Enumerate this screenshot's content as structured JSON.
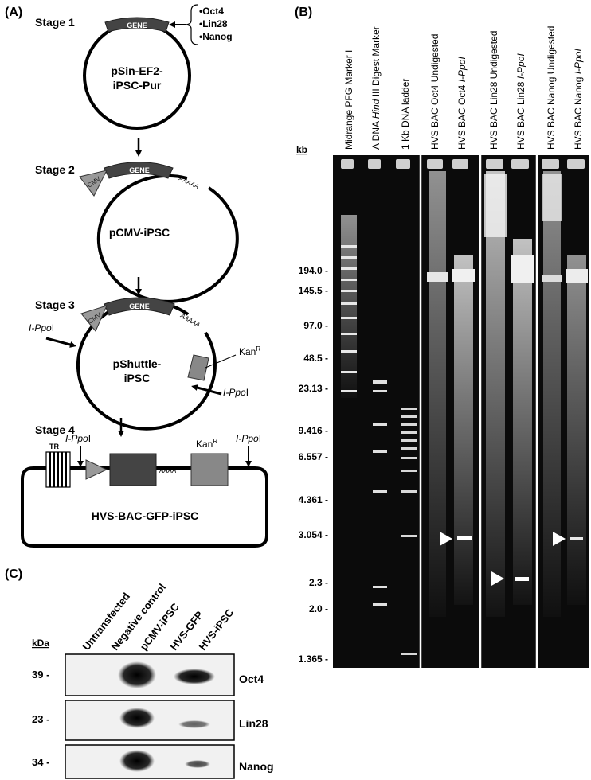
{
  "panel_a": {
    "label": "(A)",
    "genes": [
      "•Oct4",
      "•Lin28",
      "•Nanog"
    ],
    "gene_label": "GENE",
    "cmv_label": "CMV",
    "polya_label": "AAAAA",
    "enzyme": "I-Ppo",
    "enzyme_suffix": "I",
    "kan_label": "Kan",
    "kan_sup": "R",
    "tr_label": "TR",
    "polya_short": "AAAA",
    "stages": [
      {
        "title": "Stage 1",
        "plasmid_line1": "pSin-EF2-",
        "plasmid_line2": "iPSC-Pur"
      },
      {
        "title": "Stage 2",
        "plasmid_line1": "pCMV-iPSC",
        "plasmid_line2": ""
      },
      {
        "title": "Stage 3",
        "plasmid_line1": "pShuttle-",
        "plasmid_line2": "iPSC"
      },
      {
        "title": "Stage 4",
        "plasmid_line1": "HVS-BAC-GFP-iPSC",
        "plasmid_line2": ""
      }
    ]
  },
  "panel_b": {
    "label": "(B)",
    "unit": "kb",
    "size_markers": [
      "194.0 -",
      "145.5 -",
      "97.0 -",
      "48.5 -",
      "23.13 -",
      "9.416 -",
      "6.557 -",
      "4.361 -",
      "3.054 -",
      "2.3 -",
      "2.0 -",
      "1.365 -"
    ],
    "lanes": [
      {
        "plain": "Midrange PFG Marker I",
        "italic": "",
        "tail": ""
      },
      {
        "plain": "Λ DNA ",
        "italic": "Hind",
        "tail": " III Digest Marker"
      },
      {
        "plain": "1 Kb DNA  ladder",
        "italic": "",
        "tail": ""
      },
      {
        "plain": "HVS BAC Oct4 Undigested",
        "italic": "",
        "tail": ""
      },
      {
        "plain": "HVS BAC Oct4 ",
        "italic": "I-PpoI",
        "tail": ""
      },
      {
        "plain": "HVS BAC Lin28 Undigested",
        "italic": "",
        "tail": ""
      },
      {
        "plain": "HVS BAC Lin28 ",
        "italic": "I-PpoI",
        "tail": ""
      },
      {
        "plain": "HVS BAC Nanog Undigested",
        "italic": "",
        "tail": ""
      },
      {
        "plain": "HVS BAC Nanog ",
        "italic": "I-PpoI",
        "tail": ""
      }
    ]
  },
  "panel_c": {
    "label": "(C)",
    "unit": "kDa",
    "lanes": [
      "Untransfected",
      "Negative control",
      "pCMV-iPSC",
      "HVS-GFP",
      "HVS-iPSC"
    ],
    "blots": [
      {
        "size": "39 -",
        "protein": "Oct4"
      },
      {
        "size": "23 -",
        "protein": "Lin28"
      },
      {
        "size": "34 -",
        "protein": "Nanog"
      }
    ]
  }
}
